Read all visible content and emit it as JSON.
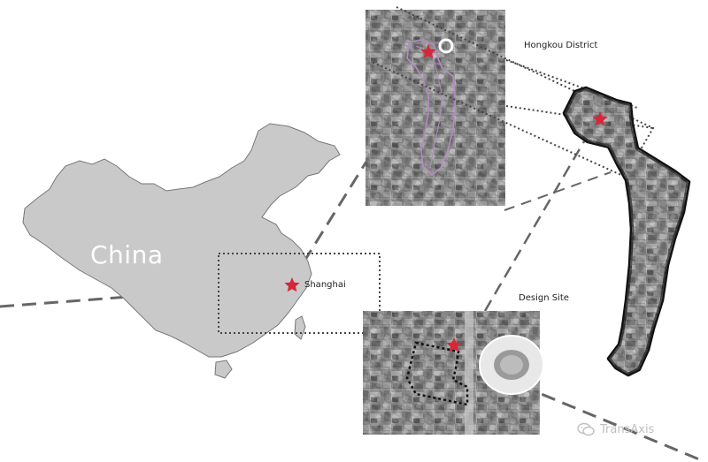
{
  "map": {
    "country_label": "China",
    "city_label": "Shanghai",
    "district_label": "Hongkou District",
    "site_label": "Design Site"
  },
  "watermark": {
    "text": "TransAxis"
  },
  "colors": {
    "country_fill": "#c9c9c9",
    "country_stroke": "#777777",
    "marker": "#d4283a",
    "route": "#b48cc4",
    "connector": "#666666"
  }
}
